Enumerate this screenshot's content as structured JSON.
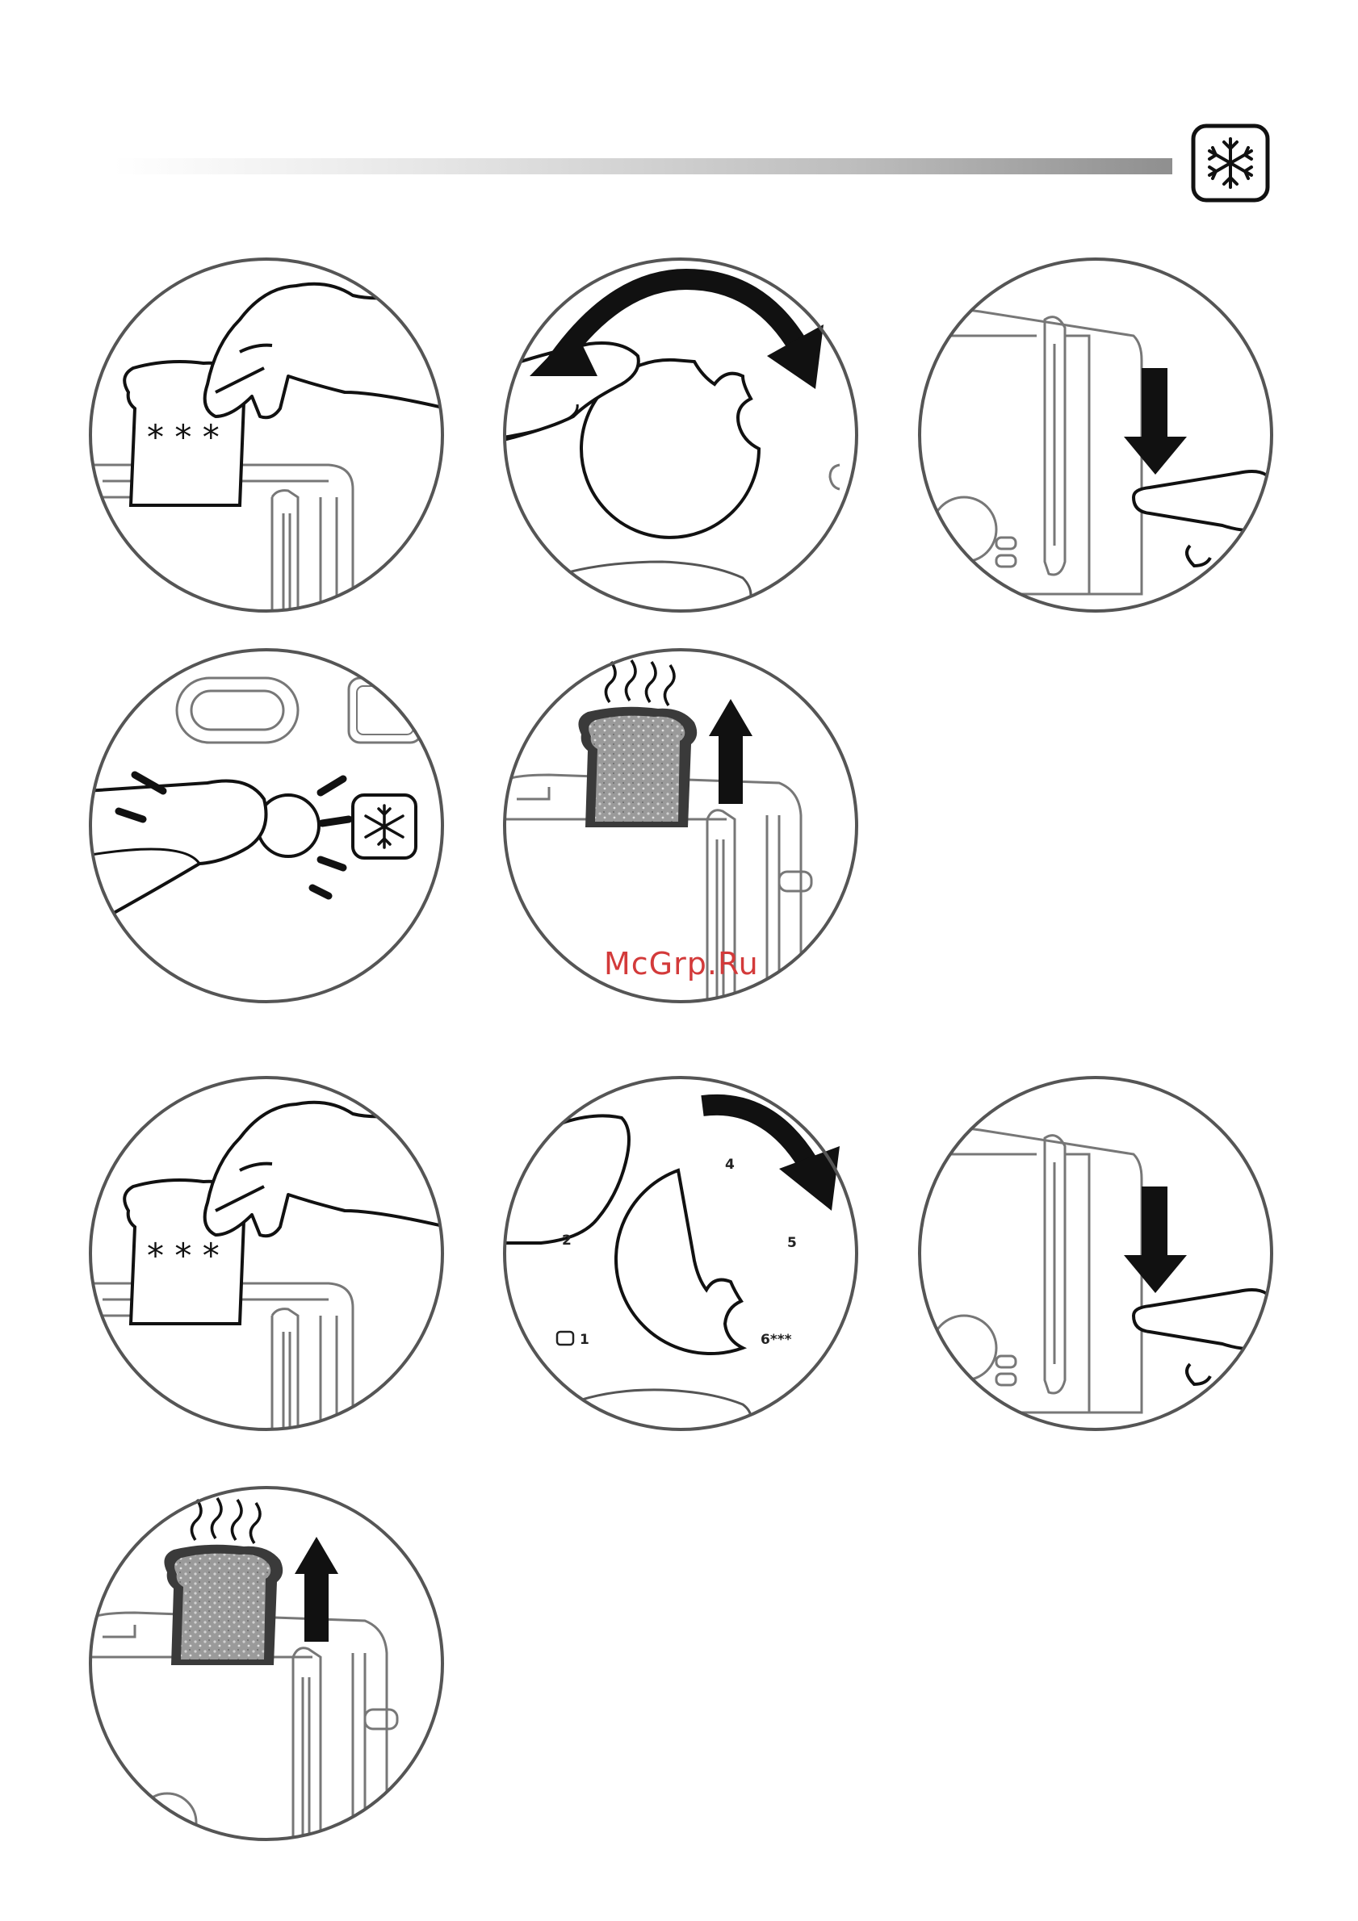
{
  "header": {
    "badge_icon": "snowflake-icon"
  },
  "watermark": {
    "text": "McGrp.Ru"
  },
  "steps": [
    {
      "icon": "insert-bread-frozen",
      "mark": "* * *"
    },
    {
      "icon": "turn-dial-both-ways"
    },
    {
      "icon": "press-lever-down"
    },
    {
      "icon": "press-defrost-button",
      "badge_icon": "snowflake-icon"
    },
    {
      "icon": "toast-pops-up"
    },
    {
      "icon": "insert-bread-frozen",
      "mark": "* * *"
    },
    {
      "icon": "turn-dial-clockwise",
      "dial_labels": [
        "4",
        "2",
        "5",
        "1",
        "6***"
      ]
    },
    {
      "icon": "press-lever-down"
    },
    {
      "icon": "toast-pops-up"
    }
  ]
}
